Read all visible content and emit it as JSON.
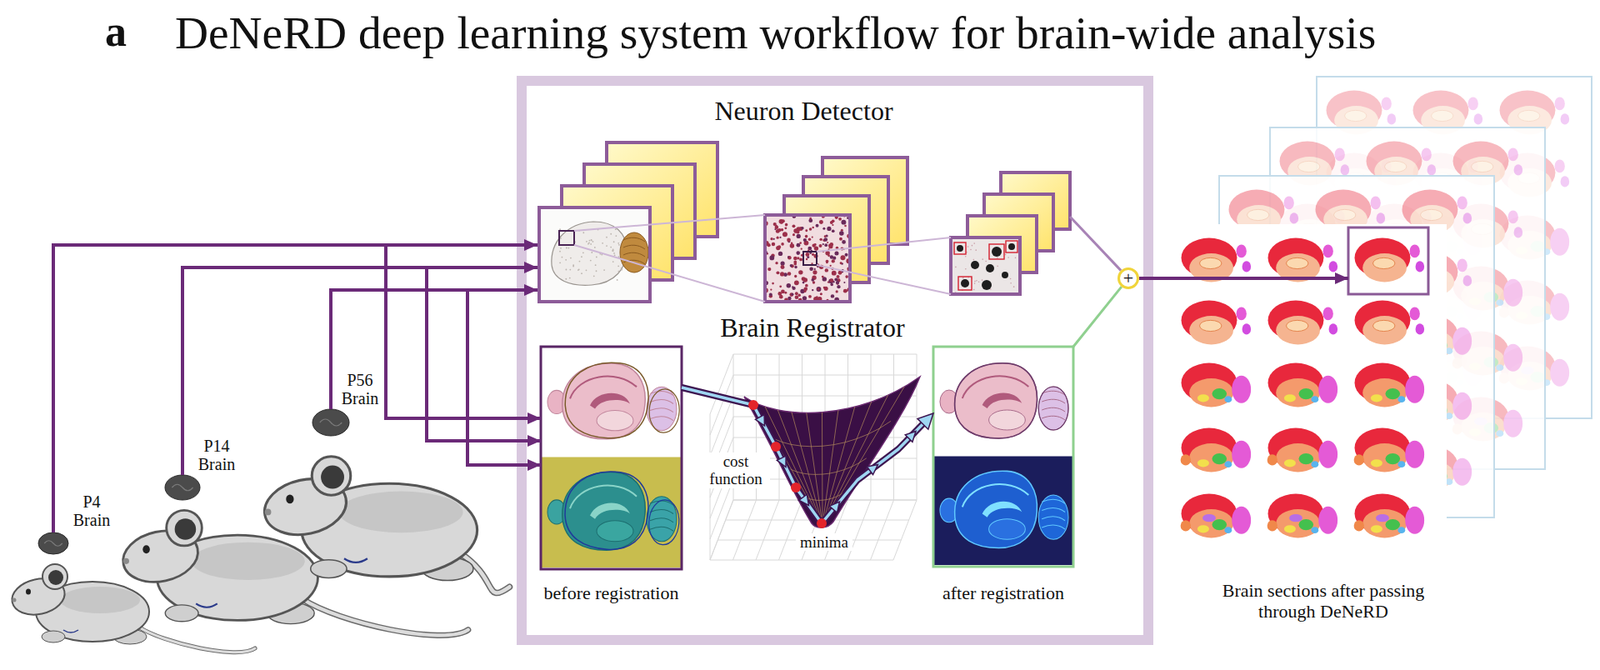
{
  "diagram": {
    "title": "DeNeRD deep learning system workflow for brain-wide analysis",
    "nodes": [
      {
        "text": [
          "P4 Brain"
        ]
      },
      {
        "text": [
          "P14 Brain"
        ]
      },
      {
        "text": [
          "P56 Brain"
        ]
      },
      {
        "text": [
          "Neuron Detector"
        ]
      },
      {
        "text": [
          "Brain Registrator"
        ]
      },
      {
        "text": [
          "before registration"
        ],
        "in": 4
      },
      {
        "text": [
          "after registration"
        ],
        "in": 4
      },
      {
        "text": [
          "+"
        ]
      },
      {
        "text": [
          "Brain sections after passing through DeNeRD"
        ]
      }
    ],
    "edges": [
      {
        "from": 0,
        "to": 3,
        "arrow": "to"
      },
      {
        "from": 0,
        "to": 5,
        "arrow": "to"
      },
      {
        "from": 1,
        "to": 3,
        "arrow": "to"
      },
      {
        "from": 1,
        "to": 5,
        "arrow": "to"
      },
      {
        "from": 2,
        "to": 3,
        "arrow": "to"
      },
      {
        "from": 2,
        "to": 5,
        "arrow": "to"
      },
      {
        "from": 5,
        "to": 6,
        "arrow": "to"
      },
      {
        "from": 3,
        "to": 7,
        "arrow": "none"
      },
      {
        "from": 6,
        "to": 7,
        "arrow": "none"
      },
      {
        "from": 7,
        "to": 8,
        "arrow": "to"
      }
    ],
    "labels": [
      "a",
      "cost function",
      "minima"
    ]
  }
}
